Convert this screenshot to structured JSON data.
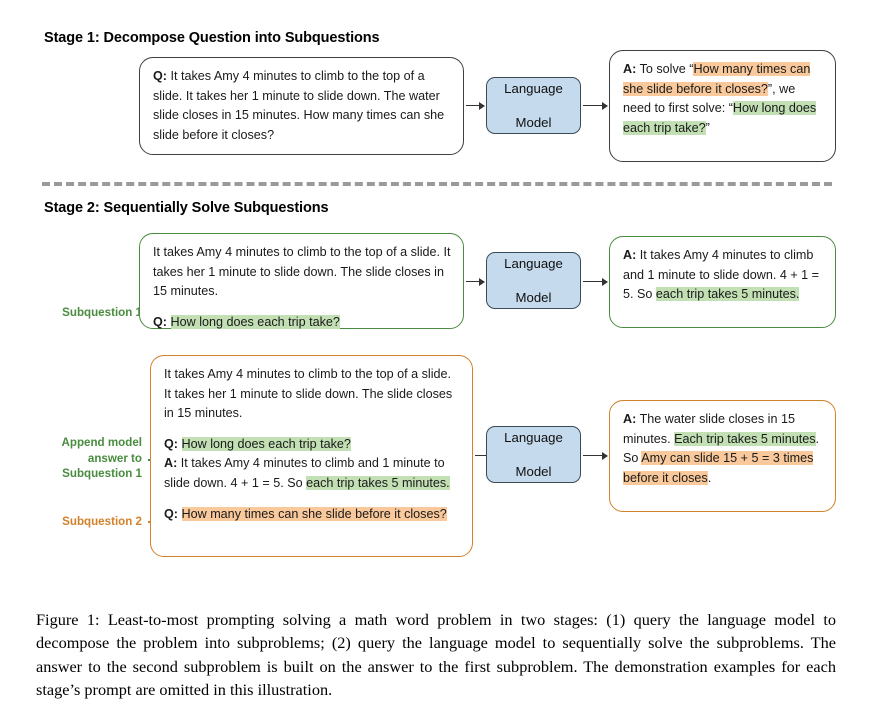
{
  "stage1": {
    "title": "Stage 1: Decompose Question into Subquestions",
    "prompt": {
      "q_label": "Q:",
      "text": " It takes Amy 4 minutes to climb to the top of a slide. It takes her 1 minute to slide down. The water slide closes in 15 minutes. How many times can she slide before it closes?"
    },
    "model_box": {
      "line1": "Language",
      "line2": "Model"
    },
    "answer": {
      "a_label": "A:",
      "seg1": " To solve “",
      "seg2_orange": "How many times can she slide before it closes?",
      "seg3": "”, we need to first solve: “",
      "seg4_green": "How long does each trip take?",
      "seg5": "”"
    }
  },
  "stage2": {
    "title": "Stage 2: Sequentially Solve Subquestions",
    "row1": {
      "side_label": "Subquestion 1",
      "context": "It takes Amy 4 minutes to climb to the top of a slide. It takes her 1 minute to slide down. The slide closes in 15 minutes.",
      "q_label": "Q:",
      "q_green": "How long does each trip take?",
      "model_box": {
        "line1": "Language",
        "line2": "Model"
      },
      "answer": {
        "a_label": "A:",
        "seg1": " It takes Amy 4 minutes to climb and 1 minute to slide down. 4 + 1 = 5. So ",
        "seg2_green": "each trip takes 5 minutes."
      }
    },
    "row2": {
      "side_label_append": "Append model\nanswer to\nSubquestion 1",
      "side_label_sub2": "Subquestion 2",
      "context": "It takes Amy 4 minutes to climb to the top of a slide. It takes her 1 minute to slide down. The slide closes in 15 minutes.",
      "q1_label": "Q:",
      "q1_green": "How long does each trip take?",
      "a1_label": "A:",
      "a1_seg1": " It takes Amy 4 minutes to climb and 1 minute to slide down. 4 + 1 = 5. So ",
      "a1_seg2_green": "each trip takes 5 minutes.",
      "q2_label": "Q:",
      "q2_orange": "How many times can she slide before it closes?",
      "model_box": {
        "line1": "Language",
        "line2": "Model"
      },
      "answer": {
        "a_label": "A:",
        "seg1": " The water slide closes in 15 minutes. ",
        "seg2_green": "Each trip takes 5 minutes",
        "seg3": ". So ",
        "seg4_orange": "Amy can slide 15 + 5 = 3 times before it closes",
        "seg5": "."
      }
    }
  },
  "caption": "Figure 1: Least-to-most prompting solving a math word problem in two stages: (1) query the language model to decompose the problem into subproblems; (2) query the language model to sequentially solve the subproblems. The answer to the second subproblem is built on the answer to the first subproblem. The demonstration examples for each stage’s prompt are omitted in this illustration.",
  "colors": {
    "highlight_green": "#c2e0b4",
    "highlight_orange": "#f9c99c",
    "border_green": "#4a8c3f",
    "border_orange": "#d2822a",
    "lm_fill": "#c5daed",
    "lm_border": "#3a4a57"
  }
}
